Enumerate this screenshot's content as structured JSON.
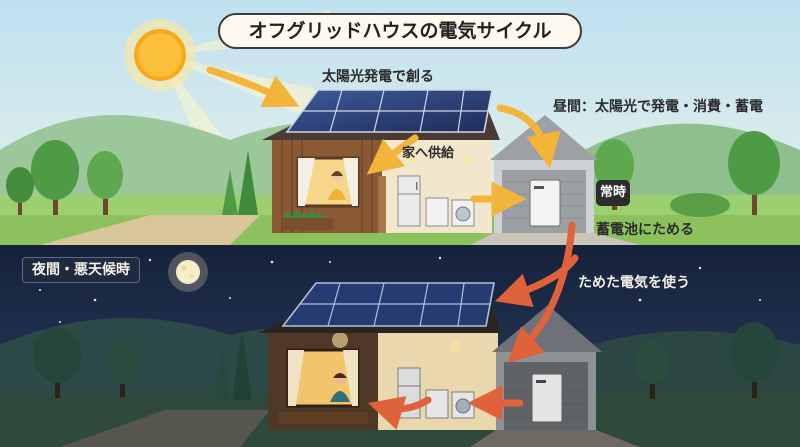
{
  "title": "オフグリッドハウスの電気サイクル",
  "labels": {
    "solar_generate": "太陽光発電で創る",
    "daytime_note": "昼間：太陽光で発電・消費・蓄電",
    "supply_home": "家へ供給",
    "always_tag": "常時",
    "store_battery": "蓄電池にためる",
    "night_tag": "夜間・悪天候時",
    "use_stored": "ためた電気を使う"
  },
  "icons": {
    "sun": "sun-icon",
    "moon": "moon-icon",
    "solar_panel": "solar-panel-icon",
    "battery": "home-battery-icon",
    "washer": "washing-machine-icon",
    "fridge": "refrigerator-icon",
    "person": "person-icon"
  },
  "colors": {
    "day_arrow": "#f2b53a",
    "night_arrow": "#e0623a",
    "day_sky": "#cfe6f0",
    "night_sky": "#1e2a44",
    "wood": "#8a5a35",
    "panel": "#2c3f73"
  }
}
